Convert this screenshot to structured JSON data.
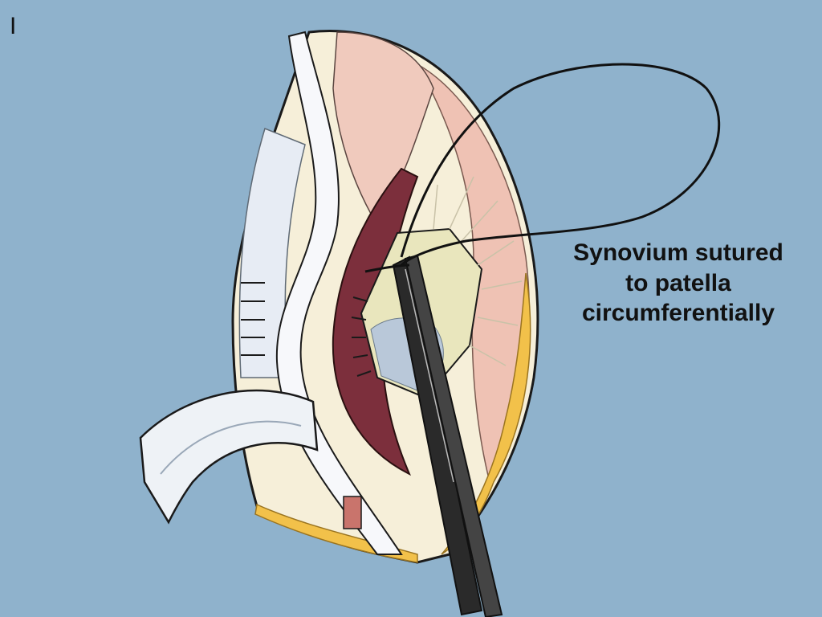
{
  "panel_label": "I",
  "callout": {
    "line1": "Synovium sutured",
    "line2": "to patella",
    "line3": "circumferentially"
  },
  "colors": {
    "background": "#8fb2cc",
    "skin_flap": "#f6efd9",
    "muscle_pink": "#efc2b4",
    "synovium_dark": "#7c2f3c",
    "patella": "#e9e6bd",
    "fat_yellow": "#f2c14a",
    "retractor": "#eef2f6",
    "instrument": "#2a2a2a"
  }
}
